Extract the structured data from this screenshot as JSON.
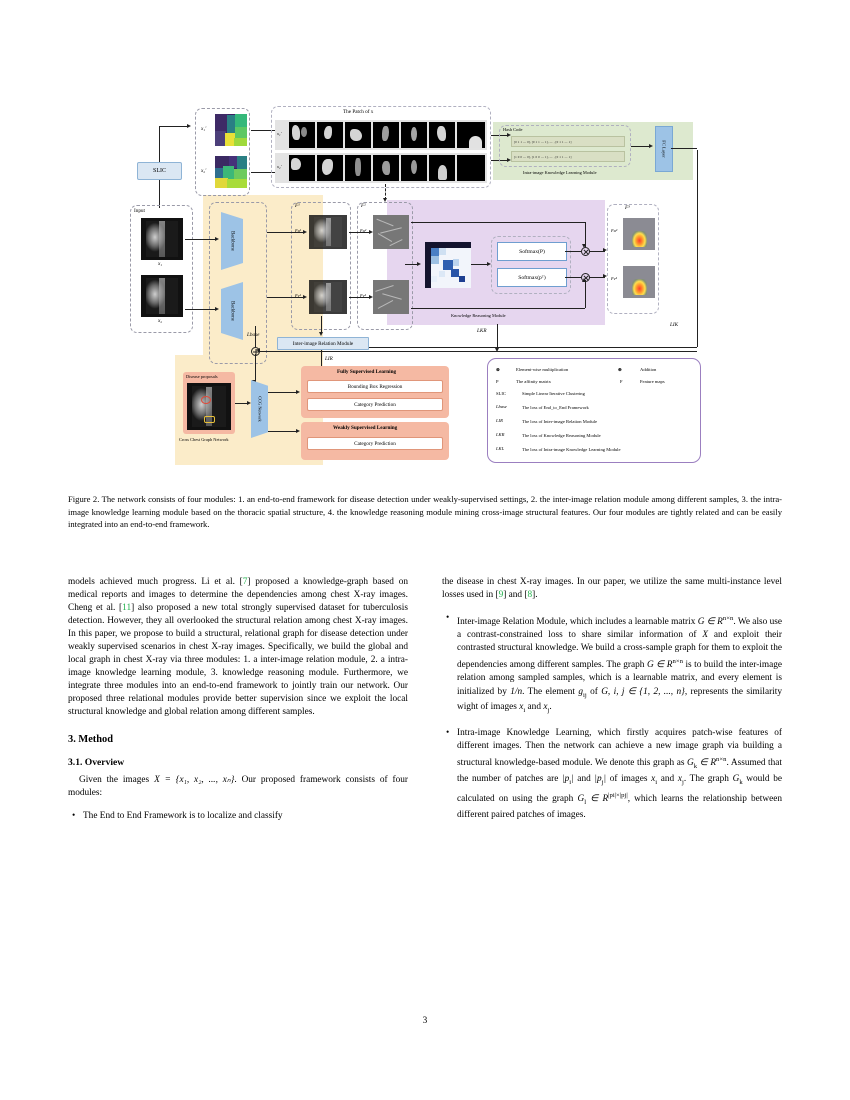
{
  "figure": {
    "slic_label": "SLIC",
    "input_label": "Input",
    "input_images": [
      {
        "label": "x₁"
      },
      {
        "label": "x₂"
      }
    ],
    "seg_labels": [
      "x₁'",
      "x₂'"
    ],
    "patch_panel_title": "The Patch of x",
    "patch_row_labels": [
      "x₁'",
      "x₂'"
    ],
    "patch_count_per_row": 7,
    "hash_title": "Hash Code",
    "hash_rows": [
      "[0 1 1 ⋯ 0], [0 1 1 ⋯ 1], ⋯ , [0 1 1 ⋯ 1]",
      "[1 0 0 ⋯ 0], [1 0 0 ⋯ 1], ⋯ , [0 1 1 ⋯ 1]"
    ],
    "fc_layer_label": "FC Layer",
    "intra_module_label": "Intra-image Knowledge Learning Module",
    "backbone_label": "Backbone",
    "f1_label": "F¹",
    "f1_sub_labels": [
      "Fu¹",
      "Fv¹"
    ],
    "f2_label": "F²",
    "f2_sub_labels": [
      "Fu²",
      "Fv²"
    ],
    "f3_label": "F³",
    "f3_sub_labels": [
      "Fu³",
      "Fv³"
    ],
    "inter_module_label": "Inter-image Relation Module",
    "knowledge_module_label": "Knowledge Reasoning Module",
    "softmax_p": "Softmax(P)",
    "softmax_pt": "Softmax(pᵀ)",
    "disease_proposals_label": "Disease proposals",
    "ccg_label": "CCG Network",
    "cross_chest_label": "Cross Chest Graph Network",
    "fully_supervised_title": "Fully Supervised Learning",
    "fully_supervised_items": [
      "Bounding Box Regression",
      "Category Prediction"
    ],
    "weakly_supervised_title": "Weakly Supervised Learning",
    "weakly_supervised_items": [
      "Category Prediction"
    ],
    "loss_base": "Lbase",
    "loss_ir": "LIR",
    "loss_kr": "LKR",
    "loss_ik": "LIK",
    "legend": [
      {
        "sym": "⊗",
        "desc": "Element-wise multiplication",
        "sym2": "⊕",
        "desc2": "Addition"
      },
      {
        "sym": "P",
        "desc": "The affinity matrix",
        "sym2": "F",
        "desc2": "Feature maps"
      },
      {
        "sym": "SLIC",
        "desc": "Simple Linear Iterative Clustering"
      },
      {
        "sym": "Lbase",
        "desc": "The loss of End_to_End Framework"
      },
      {
        "sym": "LIR",
        "desc": "The loss of Inter-image Relation Module"
      },
      {
        "sym": "LKR",
        "desc": "The loss of Knowledge Reasoning Module"
      },
      {
        "sym": "LKL",
        "desc": "The loss of Intra-image Knowledge Learning Module"
      }
    ],
    "colors": {
      "cream": "#fbecc9",
      "lavender": "#e6d6ef",
      "green": "#dde9cf",
      "blue": "#9dc3e6",
      "salmon": "#f5b9a3",
      "light_blue_box": "#dbe7f3"
    }
  },
  "caption": "Figure 2. The network consists of four modules: 1. an end-to-end framework for disease detection under weakly-supervised settings, 2. the inter-image relation module among different samples, 3. the intra-image knowledge learning module based on the thoracic spatial structure, 4. the knowledge reasoning module mining cross-image structural features. Our four modules are tightly related and can be easily integrated into an end-to-end framework.",
  "left_column": {
    "para1_parts": {
      "a": "models achieved much progress. Li et al. [",
      "ref1": "7",
      "b": "] proposed a knowledge-graph based on medical reports and images to determine the dependencies among chest X-ray images. Cheng et al. [",
      "ref2": "11",
      "c": "] also proposed a new total strongly supervised dataset for tuberculosis detection. However, they all overlooked the structural relation among chest X-ray images. In this paper, we propose to build a structural, relational graph for disease detection under weakly supervised scenarios in chest X-ray images. Specifically, we build the global and local graph in chest X-ray via three modules: 1. a inter-image relation module, 2. a intra-image knowledge learning module, 3. knowledge reasoning module. Furthermore, we integrate three modules into an end-to-end framework to jointly train our network. Our proposed three relational modules provide better supervision since we exploit the local structural knowledge and global relation among different samples."
    },
    "section_title": "3. Method",
    "subsection_title": "3.1. Overview",
    "para2_pre": "Given the images ",
    "para2_math": "X = {x₁, x₂, ..., xₙ}",
    "para2_post": ". Our proposed framework consists of four modules:",
    "bullet1": "The End to End Framework is to localize and classify"
  },
  "right_column": {
    "para_cont_a": "the disease in chest X-ray images. In our paper, we utilize the same multi-instance level losses used in [",
    "para_cont_ref1": "9",
    "para_cont_b": "] and [",
    "para_cont_ref2": "8",
    "para_cont_c": "].",
    "bullet2_a": "Inter-image Relation Module, which includes a learnable matrix ",
    "bullet2_m1": "G ∈ R",
    "bullet2_m1sup": "n×n",
    "bullet2_b": ". We also use a contrast-constrained loss to share similar information of ",
    "bullet2_m2": "X",
    "bullet2_c": " and exploit their contrasted structural knowledge. We build a cross-sample graph for them to exploit the dependencies among different samples. The graph ",
    "bullet2_m3": "G ∈ R",
    "bullet2_m3sup": "n×n",
    "bullet2_d": " is to build the inter-image relation among sampled samples, which is a learnable matrix, and every element is initialized by ",
    "bullet2_frac": "1/n",
    "bullet2_e": ". The element ",
    "bullet2_m4": "g",
    "bullet2_m4sub": "ij",
    "bullet2_f": " of ",
    "bullet2_m5": "G",
    "bullet2_g": ", ",
    "bullet2_m6": "i, j ∈ {1, 2, ..., n}",
    "bullet2_h": ", represents the similarity wight of images ",
    "bullet2_m7": "x",
    "bullet2_m7sub": "i",
    "bullet2_i": " and ",
    "bullet2_m8": "x",
    "bullet2_m8sub": "j",
    "bullet2_j": ".",
    "bullet3_a": "Intra-image Knowledge Learning, which firstly acquires patch-wise features of different images. Then the network can achieve a new image graph via building a structural knowledge-based module. We denote this graph as ",
    "bullet3_m1": "G",
    "bullet3_m1sub": "k",
    "bullet3_m1b": " ∈ R",
    "bullet3_m1sup": "n×n",
    "bullet3_b": ". Assumed that the number of patches are ",
    "bullet3_m2": "|p",
    "bullet3_m2sub": "i",
    "bullet3_m2b": "|",
    "bullet3_c": " and ",
    "bullet3_m3": "|p",
    "bullet3_m3sub": "j",
    "bullet3_m3b": "|",
    "bullet3_d": " of images ",
    "bullet3_m4": "x",
    "bullet3_m4sub": "i",
    "bullet3_e": " and ",
    "bullet3_m5": "x",
    "bullet3_m5sub": "j",
    "bullet3_f": ". The graph ",
    "bullet3_m6": "G",
    "bullet3_m6sub": "k",
    "bullet3_g": " would be calculated on using the graph ",
    "bullet3_m7": "G",
    "bullet3_m7sub": "l",
    "bullet3_m7b": " ∈ R",
    "bullet3_m7sup": "|pi|×|pj|",
    "bullet3_h": ", which learns the relationship between different paired patches of images."
  },
  "page_number": "3"
}
